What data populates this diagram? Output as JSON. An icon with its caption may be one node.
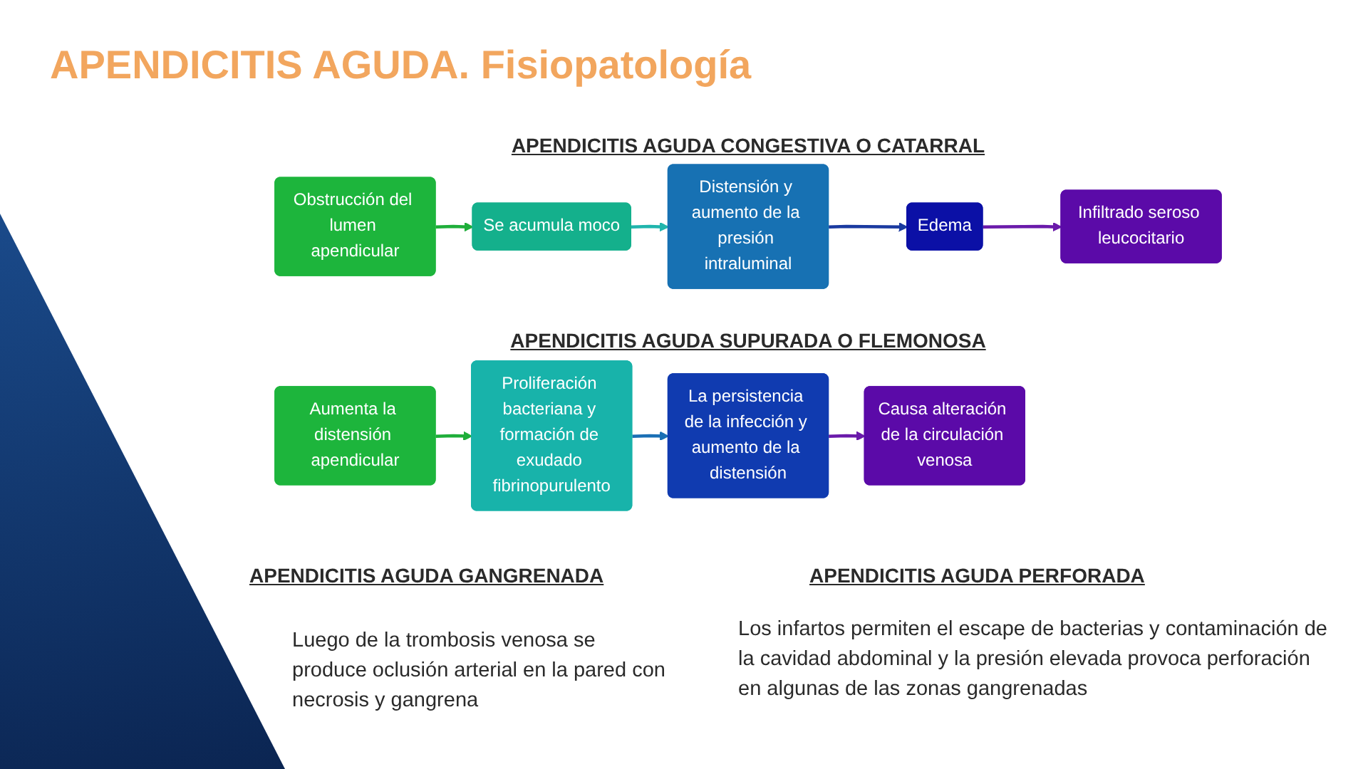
{
  "diagram": {
    "title": "APENDICITIS AGUDA. Fisiopatología",
    "nodes": [
      {
        "text": [
          "Obstrucción del lumen apendicular"
        ]
      },
      {
        "text": [
          "Se acumula moco"
        ]
      },
      {
        "text": [
          "Distensión y aumento de la presión intraluminal"
        ]
      },
      {
        "text": [
          "Edema"
        ]
      },
      {
        "text": [
          "Infiltrado seroso leucocitario"
        ]
      },
      {
        "text": [
          "Aumenta la distensión apendicular"
        ]
      },
      {
        "text": [
          "Proliferación bacteriana y formación de exudado fibrinopurulento"
        ]
      },
      {
        "text": [
          "La persistencia de la infección y aumento de la distensión"
        ]
      },
      {
        "text": [
          "Causa alteración de la circulación venosa"
        ]
      }
    ],
    "edges": [
      {
        "from": 0,
        "to": 1,
        "arrow": "to",
        "color": "#1fae3a"
      },
      {
        "from": 1,
        "to": 2,
        "arrow": "to",
        "color": "#20b5ad"
      },
      {
        "from": 2,
        "to": 3,
        "arrow": "to",
        "color": "#1a3aa0"
      },
      {
        "from": 3,
        "to": 4,
        "arrow": "to",
        "color": "#6a1aaa"
      },
      {
        "from": 5,
        "to": 6,
        "arrow": "to",
        "color": "#1fae3a"
      },
      {
        "from": 6,
        "to": 7,
        "arrow": "to",
        "color": "#1a6fb5"
      },
      {
        "from": 7,
        "to": 8,
        "arrow": "to",
        "color": "#6a1aaa"
      }
    ],
    "labels": [
      "APENDICITIS AGUDA CONGESTIVA O CATARRAL",
      "APENDICITIS AGUDA SUPURADA O FLEMONOSA",
      "APENDICITIS AGUDA GANGRENADA",
      "APENDICITIS AGUDA PERFORADA",
      "Luego de la trombosis venosa se produce oclusión arterial en la pared con necrosis y gangrena",
      "Los infartos permiten el escape de bacterias y contaminación de la cavidad abdominal y la presión elevada provoca perforación en algunas de las zonas gangrenadas"
    ]
  }
}
